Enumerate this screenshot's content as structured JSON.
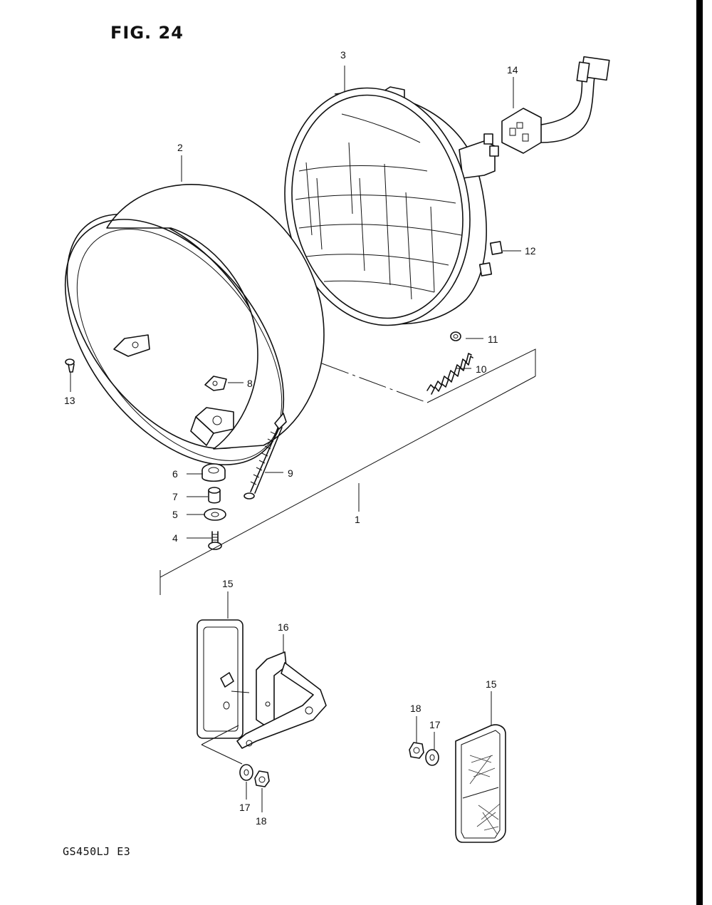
{
  "figure": {
    "title": "FIG. 24",
    "model_code": "GS450LJ  E3"
  },
  "callouts": {
    "c1": "1",
    "c2": "2",
    "c3": "3",
    "c4": "4",
    "c5": "5",
    "c6": "6",
    "c7": "7",
    "c8": "8",
    "c9": "9",
    "c10": "10",
    "c11": "11",
    "c12": "12",
    "c13": "13",
    "c14": "14",
    "c15a": "15",
    "c15b": "15",
    "c16": "16",
    "c17a": "17",
    "c17b": "17",
    "c18a": "18",
    "c18b": "18"
  }
}
